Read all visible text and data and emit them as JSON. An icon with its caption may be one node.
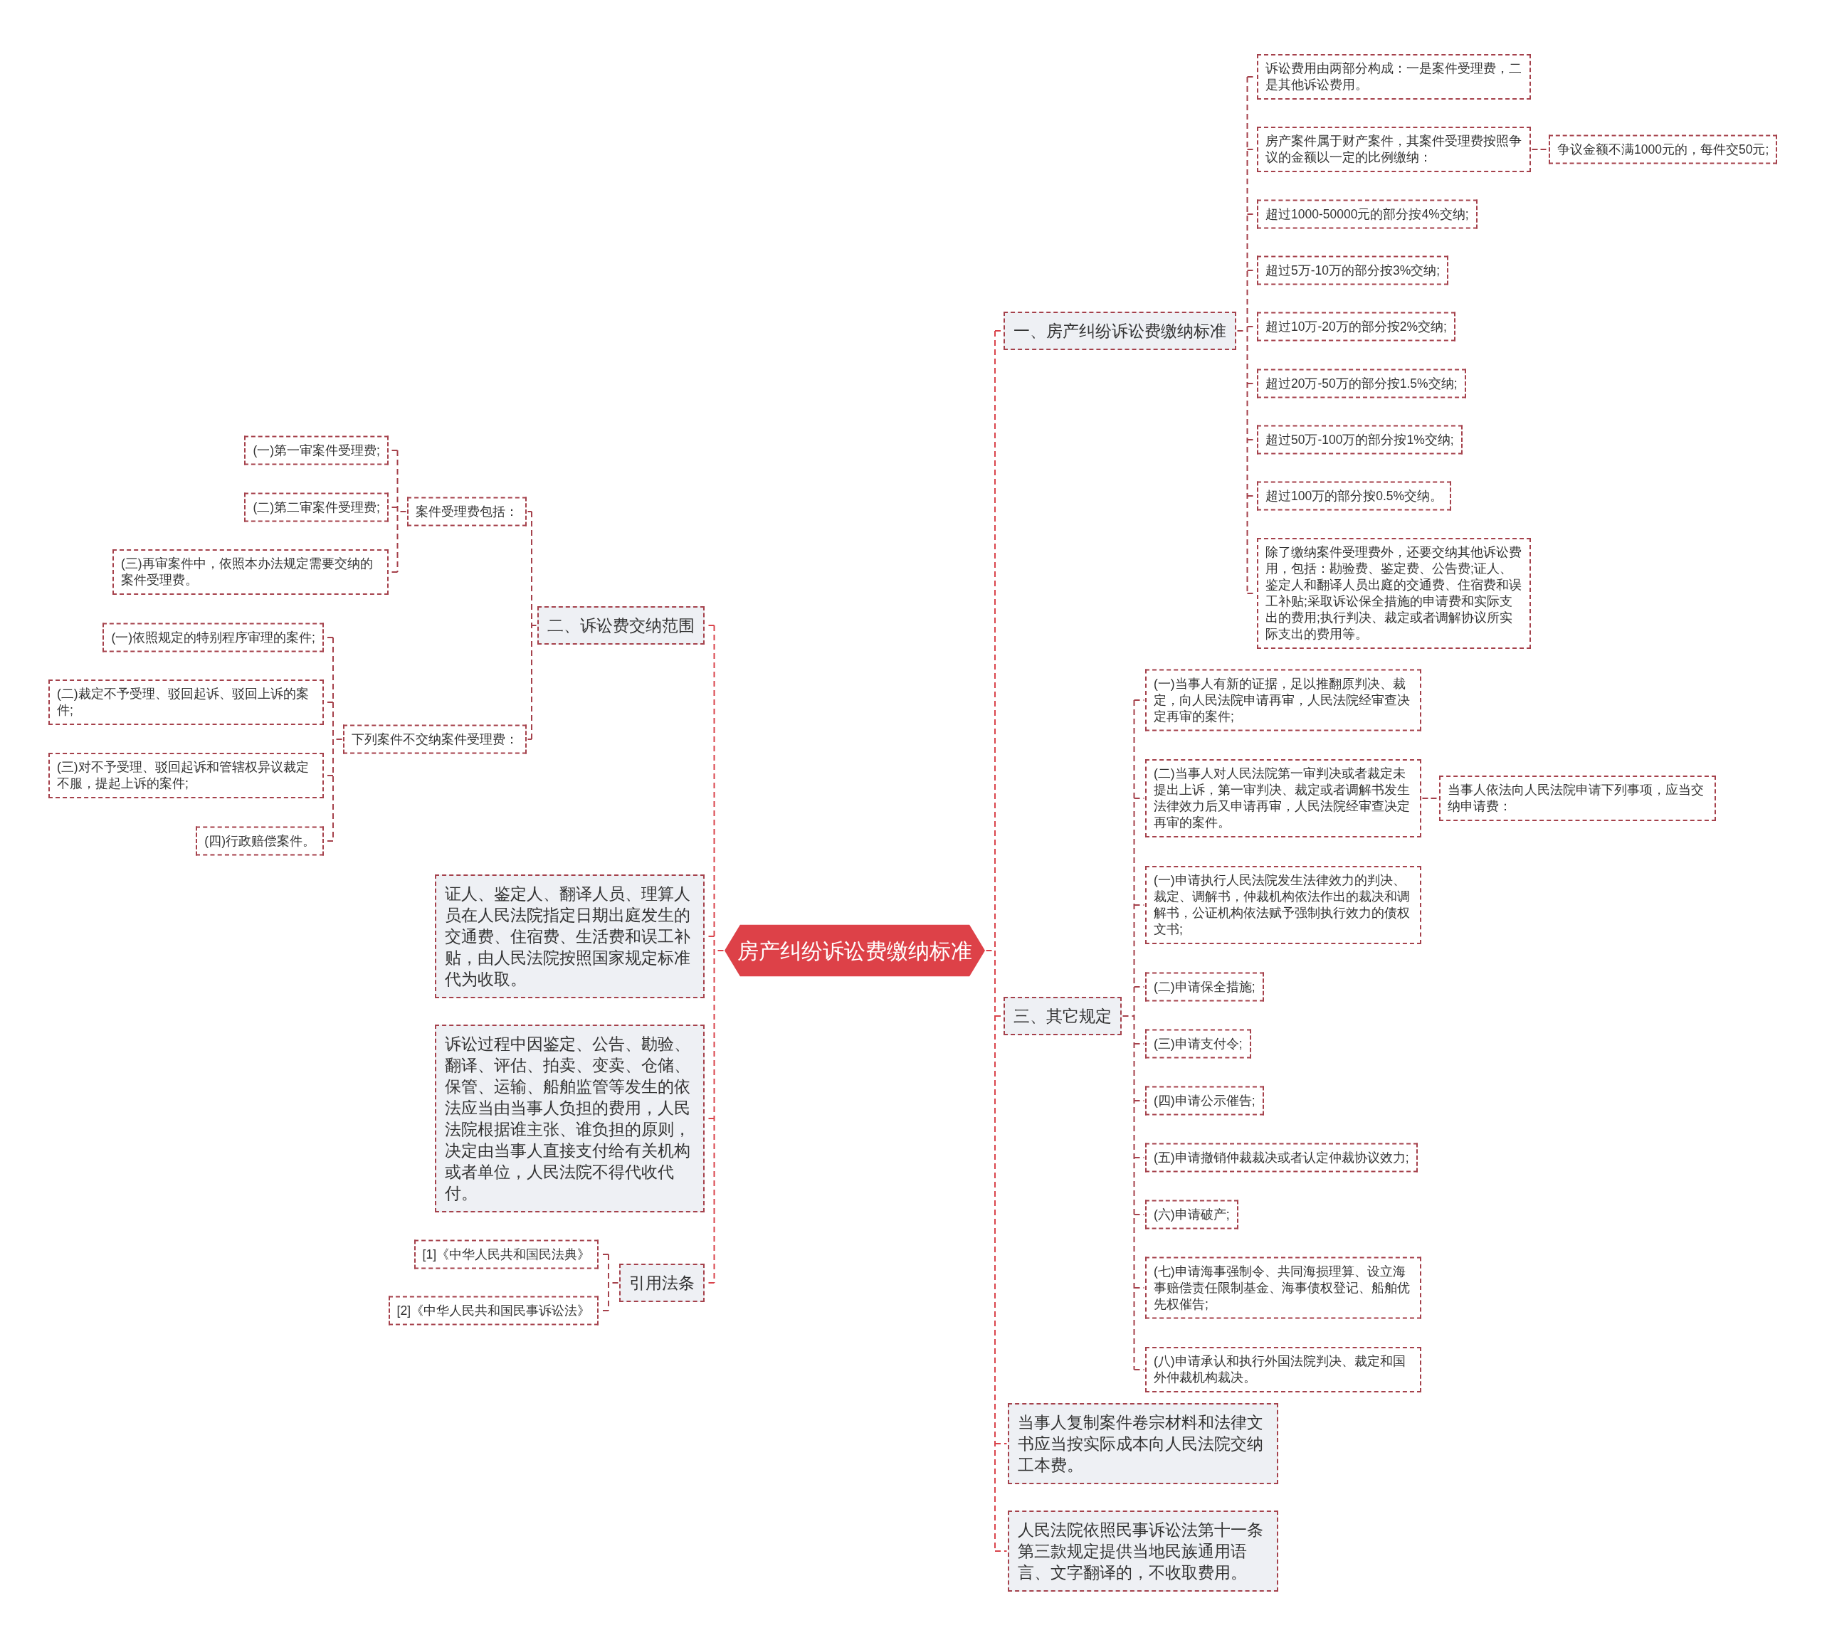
{
  "diagram": {
    "nodes": [
      {
        "text": [
          "房产纠纷诉讼费缴纳标准"
        ]
      },
      {
        "text": [
          "一、房产纠纷诉讼费缴纳标准"
        ]
      },
      {
        "text": [
          "诉讼费用由两部分构成：一是案件受理费，二是其他诉讼费用。"
        ]
      },
      {
        "text": [
          "房产案件属于财产案件，其案件受理费按照争议的金额以一定的比例缴纳："
        ]
      },
      {
        "text": [
          "争议金额不满1000元的，每件交50元;"
        ]
      },
      {
        "text": [
          "超过1000-50000元的部分按4%交纳;"
        ]
      },
      {
        "text": [
          "超过5万-10万的部分按3%交纳;"
        ]
      },
      {
        "text": [
          "超过10万-20万的部分按2%交纳;"
        ]
      },
      {
        "text": [
          "超过20万-50万的部分按1.5%交纳;"
        ]
      },
      {
        "text": [
          "超过50万-100万的部分按1%交纳;"
        ]
      },
      {
        "text": [
          "超过100万的部分按0.5%交纳。"
        ]
      },
      {
        "text": [
          "除了缴纳案件受理费外，还要交纳其他诉讼费用，包括：勘验费、鉴定费、公告费;证人、鉴定人和翻译人员出庭的交通费、住宿费和误工补贴;采取诉讼保全措施的申请费和实际支出的费用;执行判决、裁定或者调解协议所实际支出的费用等。"
        ]
      },
      {
        "text": [
          "三、其它规定"
        ]
      },
      {
        "text": [
          "(一)当事人有新的证据，足以推翻原判决、裁定，向人民法院申请再审，人民法院经审查决定再审的案件;"
        ]
      },
      {
        "text": [
          "(二)当事人对人民法院第一审判决或者裁定未提出上诉，第一审判决、裁定或者调解书发生法律效力后又申请再审，人民法院经审查决定再审的案件。"
        ]
      },
      {
        "text": [
          "当事人依法向人民法院申请下列事项，应当交纳申请费："
        ]
      },
      {
        "text": [
          "(一)申请执行人民法院发生法律效力的判决、裁定、调解书，仲裁机构依法作出的裁决和调解书，公证机构依法赋予强制执行效力的债权文书;"
        ]
      },
      {
        "text": [
          "(二)申请保全措施;"
        ]
      },
      {
        "text": [
          "(三)申请支付令;"
        ]
      },
      {
        "text": [
          "(四)申请公示催告;"
        ]
      },
      {
        "text": [
          "(五)申请撤销仲裁裁决或者认定仲裁协议效力;"
        ]
      },
      {
        "text": [
          "(六)申请破产;"
        ]
      },
      {
        "text": [
          "(七)申请海事强制令、共同海损理算、设立海事赔偿责任限制基金、海事债权登记、船舶优先权催告;"
        ]
      },
      {
        "text": [
          "(八)申请承认和执行外国法院判决、裁定和国外仲裁机构裁决。"
        ]
      },
      {
        "text": [
          "当事人复制案件卷宗材料和法律文书应当按实际成本向人民法院交纳工本费。"
        ]
      },
      {
        "text": [
          "人民法院依照民事诉讼法第十一条第三款规定提供当地民族通用语言、文字翻译的，不收取费用。"
        ]
      },
      {
        "text": [
          "二、诉讼费交纳范围"
        ]
      },
      {
        "text": [
          "案件受理费包括："
        ]
      },
      {
        "text": [
          "(一)第一审案件受理费;"
        ]
      },
      {
        "text": [
          "(二)第二审案件受理费;"
        ]
      },
      {
        "text": [
          "(三)再审案件中，依照本办法规定需要交纳的案件受理费。"
        ]
      },
      {
        "text": [
          "下列案件不交纳案件受理费："
        ]
      },
      {
        "text": [
          "(一)依照规定的特别程序审理的案件;"
        ]
      },
      {
        "text": [
          "(二)裁定不予受理、驳回起诉、驳回上诉的案件;"
        ]
      },
      {
        "text": [
          "(三)对不予受理、驳回起诉和管辖权异议裁定不服，提起上诉的案件;"
        ]
      },
      {
        "text": [
          "(四)行政赔偿案件。"
        ]
      },
      {
        "text": [
          "证人、鉴定人、翻译人员、理算人员在人民法院指定日期出庭发生的交通费、住宿费、生活费和误工补贴，由人民法院按照国家规定标准代为收取。"
        ]
      },
      {
        "text": [
          "诉讼过程中因鉴定、公告、勘验、翻译、评估、拍卖、变卖、仓储、保管、运输、船舶监管等发生的依法应当由当事人负担的费用，人民法院根据谁主张、谁负担的原则，决定由当事人直接支付给有关机构或者单位，人民法院不得代收代付。"
        ]
      },
      {
        "text": [
          "引用法条"
        ]
      },
      {
        "text": [
          "[1]《中华人民共和国民法典》"
        ]
      },
      {
        "text": [
          "[2]《中华人民共和国民事诉讼法》"
        ]
      }
    ],
    "edges": [
      {
        "from": 0,
        "to": 1,
        "arrow": "none",
        "style": "dashed",
        "color": "#d9434b"
      },
      {
        "from": 1,
        "to": 2,
        "arrow": "none",
        "style": "dashed"
      },
      {
        "from": 1,
        "to": 3,
        "arrow": "none",
        "style": "dashed"
      },
      {
        "from": 3,
        "to": 4,
        "arrow": "none",
        "style": "dashed"
      },
      {
        "from": 1,
        "to": 5,
        "arrow": "none",
        "style": "dashed"
      },
      {
        "from": 1,
        "to": 6,
        "arrow": "none",
        "style": "dashed"
      },
      {
        "from": 1,
        "to": 7,
        "arrow": "none",
        "style": "dashed"
      },
      {
        "from": 1,
        "to": 8,
        "arrow": "none",
        "style": "dashed"
      },
      {
        "from": 1,
        "to": 9,
        "arrow": "none",
        "style": "dashed"
      },
      {
        "from": 1,
        "to": 10,
        "arrow": "none",
        "style": "dashed"
      },
      {
        "from": 1,
        "to": 11,
        "arrow": "none",
        "style": "dashed"
      },
      {
        "from": 0,
        "to": 12,
        "arrow": "none",
        "style": "dashed",
        "color": "#d9434b"
      },
      {
        "from": 12,
        "to": 13,
        "arrow": "none",
        "style": "dashed"
      },
      {
        "from": 12,
        "to": 14,
        "arrow": "none",
        "style": "dashed"
      },
      {
        "from": 14,
        "to": 15,
        "arrow": "none",
        "style": "dashed"
      },
      {
        "from": 12,
        "to": 16,
        "arrow": "none",
        "style": "dashed"
      },
      {
        "from": 12,
        "to": 17,
        "arrow": "none",
        "style": "dashed"
      },
      {
        "from": 12,
        "to": 18,
        "arrow": "none",
        "style": "dashed"
      },
      {
        "from": 12,
        "to": 19,
        "arrow": "none",
        "style": "dashed"
      },
      {
        "from": 12,
        "to": 20,
        "arrow": "none",
        "style": "dashed"
      },
      {
        "from": 12,
        "to": 21,
        "arrow": "none",
        "style": "dashed"
      },
      {
        "from": 12,
        "to": 22,
        "arrow": "none",
        "style": "dashed"
      },
      {
        "from": 12,
        "to": 23,
        "arrow": "none",
        "style": "dashed"
      },
      {
        "from": 0,
        "to": 24,
        "arrow": "none",
        "style": "dashed",
        "color": "#d9434b"
      },
      {
        "from": 0,
        "to": 25,
        "arrow": "none",
        "style": "dashed",
        "color": "#d9434b"
      },
      {
        "from": 0,
        "to": 26,
        "arrow": "none",
        "style": "dashed",
        "color": "#d9434b"
      },
      {
        "from": 26,
        "to": 27,
        "arrow": "none",
        "style": "dashed"
      },
      {
        "from": 27,
        "to": 28,
        "arrow": "none",
        "style": "dashed"
      },
      {
        "from": 27,
        "to": 29,
        "arrow": "none",
        "style": "dashed"
      },
      {
        "from": 27,
        "to": 30,
        "arrow": "none",
        "style": "dashed"
      },
      {
        "from": 26,
        "to": 31,
        "arrow": "none",
        "style": "dashed"
      },
      {
        "from": 31,
        "to": 32,
        "arrow": "none",
        "style": "dashed"
      },
      {
        "from": 31,
        "to": 33,
        "arrow": "none",
        "style": "dashed"
      },
      {
        "from": 31,
        "to": 34,
        "arrow": "none",
        "style": "dashed"
      },
      {
        "from": 31,
        "to": 35,
        "arrow": "none",
        "style": "dashed"
      },
      {
        "from": 0,
        "to": 36,
        "arrow": "none",
        "style": "dashed",
        "color": "#d9434b"
      },
      {
        "from": 0,
        "to": 37,
        "arrow": "none",
        "style": "dashed",
        "color": "#d9434b"
      },
      {
        "from": 0,
        "to": 38,
        "arrow": "none",
        "style": "dashed",
        "color": "#d9434b"
      },
      {
        "from": 38,
        "to": 39,
        "arrow": "none",
        "style": "dashed"
      },
      {
        "from": 38,
        "to": 40,
        "arrow": "none",
        "style": "dashed"
      }
    ]
  }
}
